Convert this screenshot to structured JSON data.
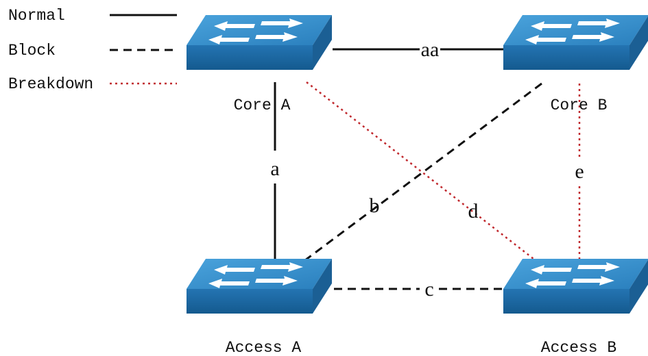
{
  "legend": {
    "normal": "Normal",
    "block": "Block",
    "breakdown": "Breakdown"
  },
  "colors": {
    "normal": "#111111",
    "block": "#111111",
    "breakdown": "#c0282d",
    "switch_top": "#2f86c2",
    "switch_side": "#1f6aa4",
    "switch_front": "#175d92"
  },
  "nodes": {
    "core_a": "Core A",
    "core_b": "Core B",
    "access_a": "Access A",
    "access_b": "Access B"
  },
  "links": {
    "aa": {
      "label": "aa",
      "state": "normal"
    },
    "a": {
      "label": "a",
      "state": "normal"
    },
    "b": {
      "label": "b",
      "state": "block"
    },
    "c": {
      "label": "c",
      "state": "block"
    },
    "d": {
      "label": "d",
      "state": "breakdown"
    },
    "e": {
      "label": "e",
      "state": "breakdown"
    }
  }
}
